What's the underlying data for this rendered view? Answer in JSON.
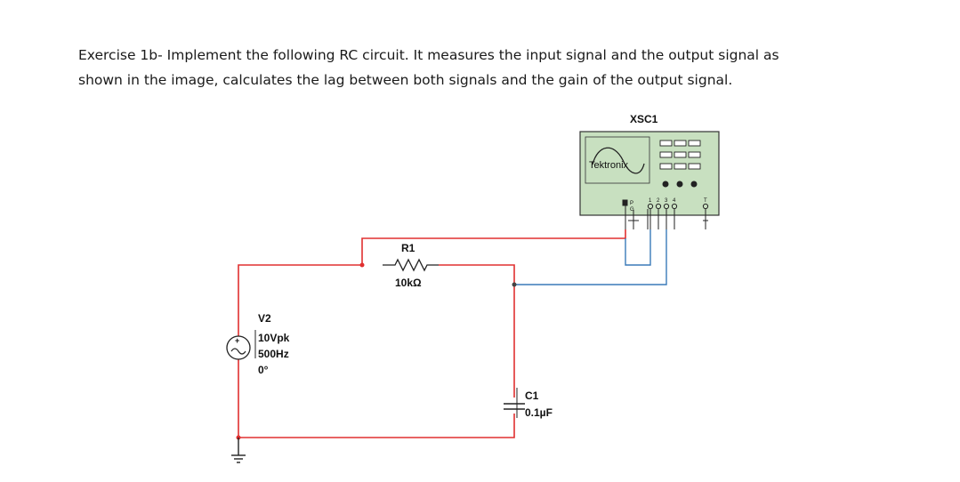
{
  "exercise": {
    "line1": "Exercise 1b- Implement the following RC circuit. It measures the input signal and the output signal as",
    "line2": "shown in the image, calculates the lag between both signals and the gain of the output signal."
  },
  "source": {
    "name": "V2",
    "amplitude": "10Vpk",
    "frequency": "500Hz",
    "phase": "0°"
  },
  "resistor": {
    "name": "R1",
    "value": "10kΩ"
  },
  "capacitor": {
    "name": "C1",
    "value": "0.1µF"
  },
  "oscilloscope": {
    "name": "XSC1",
    "brand": "Tektronix",
    "terminal_labels": {
      "p": "P",
      "g": "G",
      "ch1": "1",
      "ch2": "2",
      "ch3": "3",
      "ch4": "4",
      "trigger": "T"
    }
  },
  "colors": {
    "input_wire": "#e03030",
    "output_wire": "#3a7ab8",
    "scope_screen": "#c8e0c0",
    "component": "#222222"
  }
}
